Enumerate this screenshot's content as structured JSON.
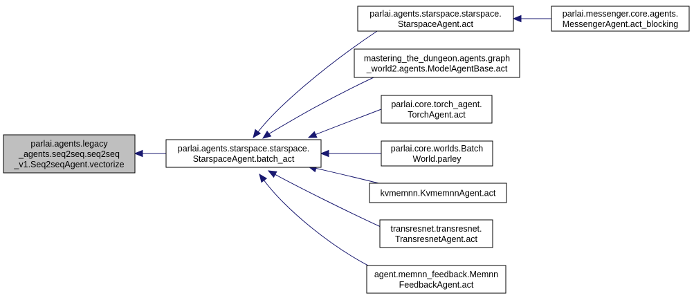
{
  "diagram": {
    "type": "call-graph",
    "colors": {
      "focus_fill": "#bfbfbf",
      "node_fill": "#ffffff",
      "node_border": "#000000",
      "edge": "#191970"
    },
    "nodes": [
      {
        "id": "vectorize",
        "lines": [
          "parlai.agents.legacy",
          "_agents.seq2seq.seq2seq",
          "_v1.Seq2seqAgent.vectorize"
        ],
        "focus": true
      },
      {
        "id": "batch_act",
        "lines": [
          "parlai.agents.starspace.starspace.",
          "StarspaceAgent.batch_act"
        ]
      },
      {
        "id": "starspace_act",
        "lines": [
          "parlai.agents.starspace.starspace.",
          "StarspaceAgent.act"
        ]
      },
      {
        "id": "messenger_act_blocking",
        "lines": [
          "parlai.messenger.core.agents.",
          "MessengerAgent.act_blocking"
        ]
      },
      {
        "id": "model_agent_base_act",
        "lines": [
          "mastering_the_dungeon.agents.graph",
          "_world2.agents.ModelAgentBase.act"
        ]
      },
      {
        "id": "torch_agent_act",
        "lines": [
          "parlai.core.torch_agent.",
          "TorchAgent.act"
        ]
      },
      {
        "id": "batch_world_parley",
        "lines": [
          "parlai.core.worlds.Batch",
          "World.parley"
        ]
      },
      {
        "id": "kvmemnn_act",
        "lines": [
          "kvmemnn.KvmemnnAgent.act"
        ]
      },
      {
        "id": "transresnet_act",
        "lines": [
          "transresnet.transresnet.",
          "TransresnetAgent.act"
        ]
      },
      {
        "id": "memnn_feedback_act",
        "lines": [
          "agent.memnn_feedback.Memnn",
          "FeedbackAgent.act"
        ]
      }
    ],
    "edges": [
      {
        "from": "batch_act",
        "to": "vectorize"
      },
      {
        "from": "starspace_act",
        "to": "batch_act"
      },
      {
        "from": "model_agent_base_act",
        "to": "batch_act"
      },
      {
        "from": "torch_agent_act",
        "to": "batch_act"
      },
      {
        "from": "batch_world_parley",
        "to": "batch_act"
      },
      {
        "from": "kvmemnn_act",
        "to": "batch_act"
      },
      {
        "from": "transresnet_act",
        "to": "batch_act"
      },
      {
        "from": "memnn_feedback_act",
        "to": "batch_act"
      },
      {
        "from": "messenger_act_blocking",
        "to": "starspace_act"
      }
    ]
  }
}
